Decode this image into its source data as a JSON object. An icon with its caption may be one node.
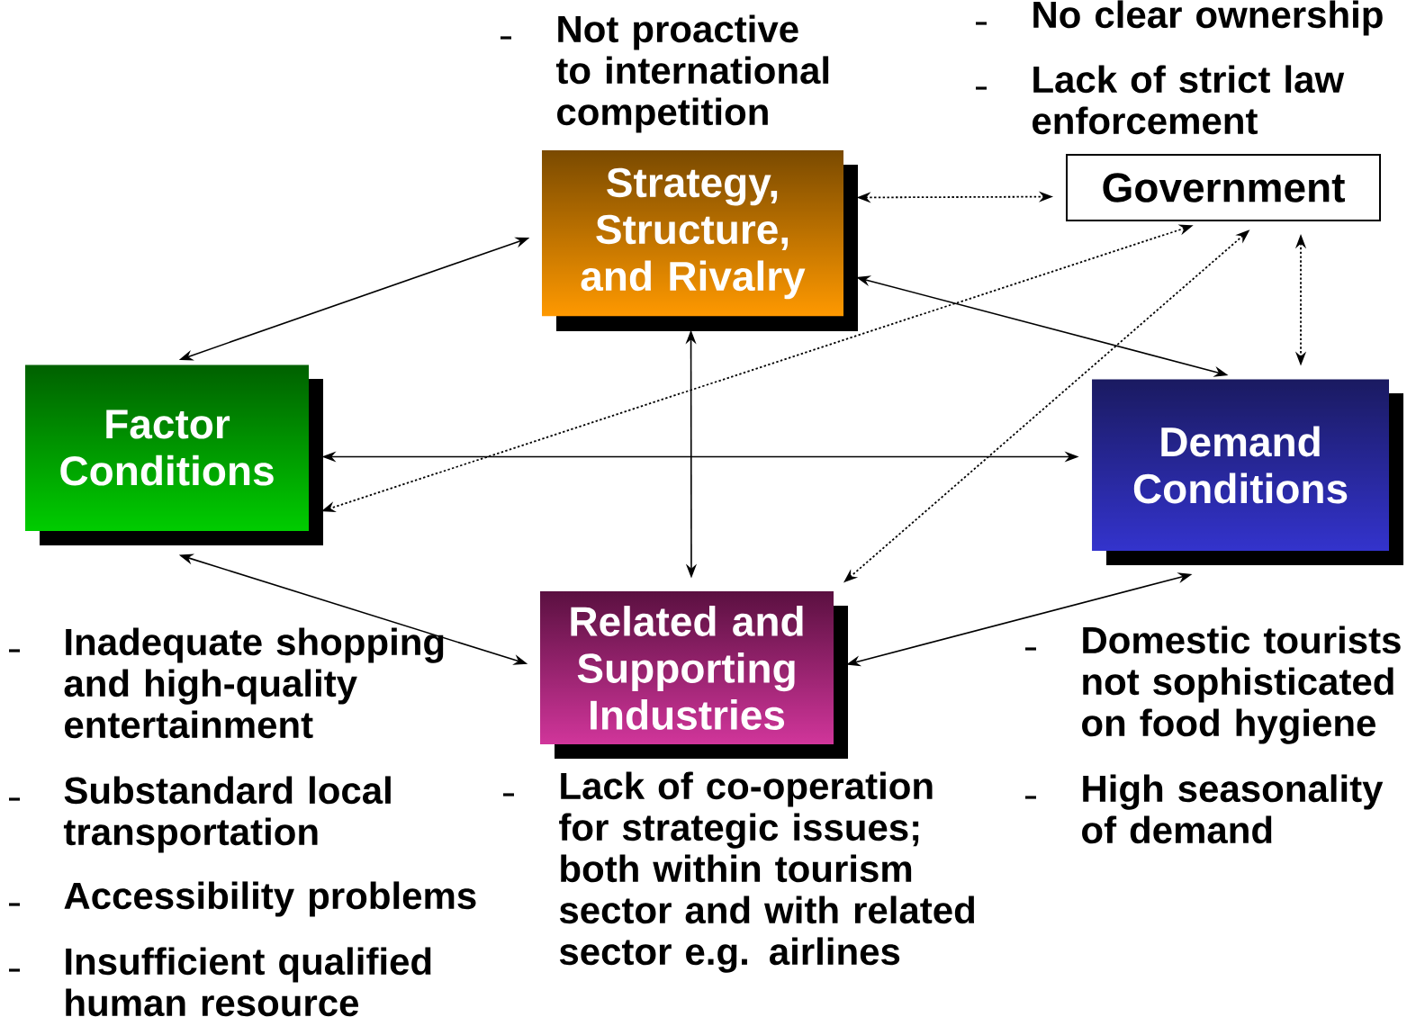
{
  "diagram": {
    "nodes": [
      {
        "text": [
          "Strategy, Structure, and Rivalry"
        ],
        "beside": [
          "Not proactive to international competition"
        ]
      },
      {
        "text": [
          "Government"
        ],
        "beside": [
          "No clear ownership",
          "Lack of strict law enforcement"
        ]
      },
      {
        "text": [
          "Factor Conditions"
        ],
        "beside": [
          "Inadequate shopping and high-quality entertainment",
          "Substandard local transportation",
          "Accessibility problems",
          "Insufficient qualified human resource"
        ]
      },
      {
        "text": [
          "Demand Conditions"
        ],
        "beside": [
          "Domestic tourists not sophisticated on food hygiene",
          "High seasonality of demand"
        ]
      },
      {
        "text": [
          "Related and Supporting Industries"
        ],
        "beside": [
          "Lack of co-operation for strategic issues; both within tourism sector and with related sector e.g. airlines"
        ]
      }
    ],
    "edges": [
      {
        "from": 0,
        "to": 2,
        "arrow": "both"
      },
      {
        "from": 0,
        "to": 1,
        "arrow": "both",
        "style": "dashed"
      },
      {
        "from": 0,
        "to": 3,
        "arrow": "both"
      },
      {
        "from": 1,
        "to": 2,
        "arrow": "both",
        "style": "dashed"
      },
      {
        "from": 1,
        "to": 4,
        "arrow": "both",
        "style": "dashed"
      },
      {
        "from": 1,
        "to": 3,
        "arrow": "both",
        "style": "dashed"
      },
      {
        "from": 0,
        "to": 4,
        "arrow": "both"
      },
      {
        "from": 2,
        "to": 3,
        "arrow": "both"
      },
      {
        "from": 2,
        "to": 4,
        "arrow": "both"
      },
      {
        "from": 4,
        "to": 3,
        "arrow": "both"
      }
    ]
  }
}
